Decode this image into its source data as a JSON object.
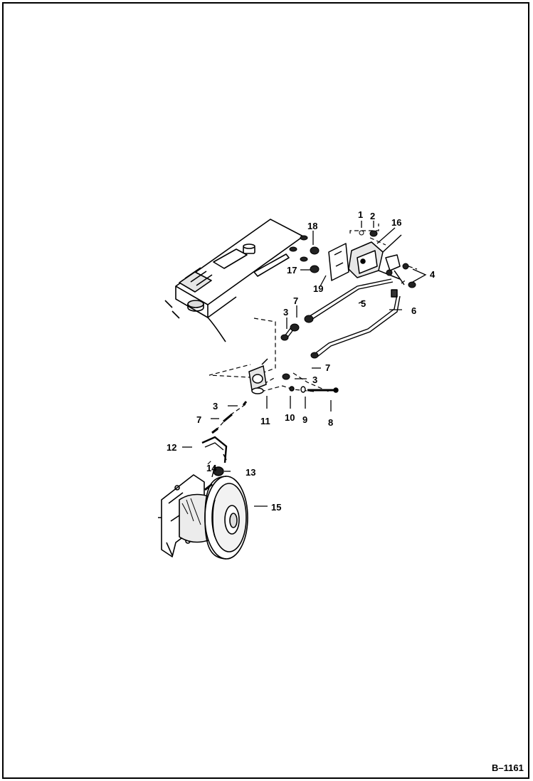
{
  "figure": {
    "id": "B–1161",
    "callouts": {
      "c1": "1",
      "c2": "2",
      "c3a": "3",
      "c3b": "3",
      "c3c": "3",
      "c4": "4",
      "c5": "5",
      "c6": "6",
      "c7a": "7",
      "c7b": "7",
      "c7c": "7",
      "c8": "8",
      "c9": "9",
      "c10": "10",
      "c11": "11",
      "c12": "12",
      "c13": "13",
      "c14": "14",
      "c15": "15",
      "c16": "16",
      "c17": "17",
      "c18": "18",
      "c19": "19"
    }
  }
}
